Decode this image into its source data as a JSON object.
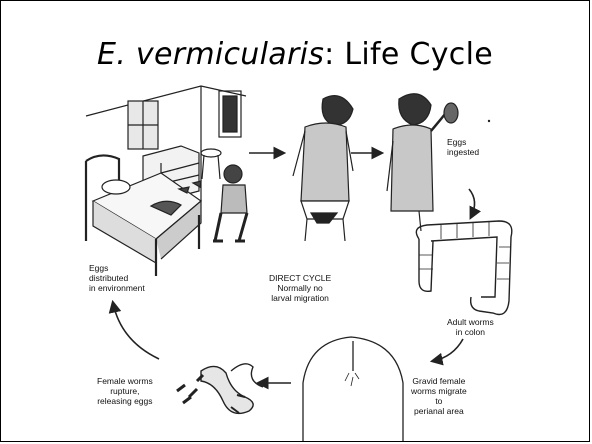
{
  "slide": {
    "title_species": "E. vermicularis",
    "title_colon": ":",
    "title_rest": " Life Cycle"
  },
  "diagram": {
    "labels": {
      "eggs_ingested": "Eggs\ningested",
      "adult_worms": "Adult worms\nin colon",
      "gravid_female": "Gravid female\nworms migrate\nto\nperianal area",
      "female_rupture": "Female worms\nrupture,\nreleasing eggs",
      "eggs_distributed": "Eggs\ndistributed\nin environment",
      "direct_cycle": "DIRECT CYCLE\nNormally no\nlarval migration"
    }
  }
}
